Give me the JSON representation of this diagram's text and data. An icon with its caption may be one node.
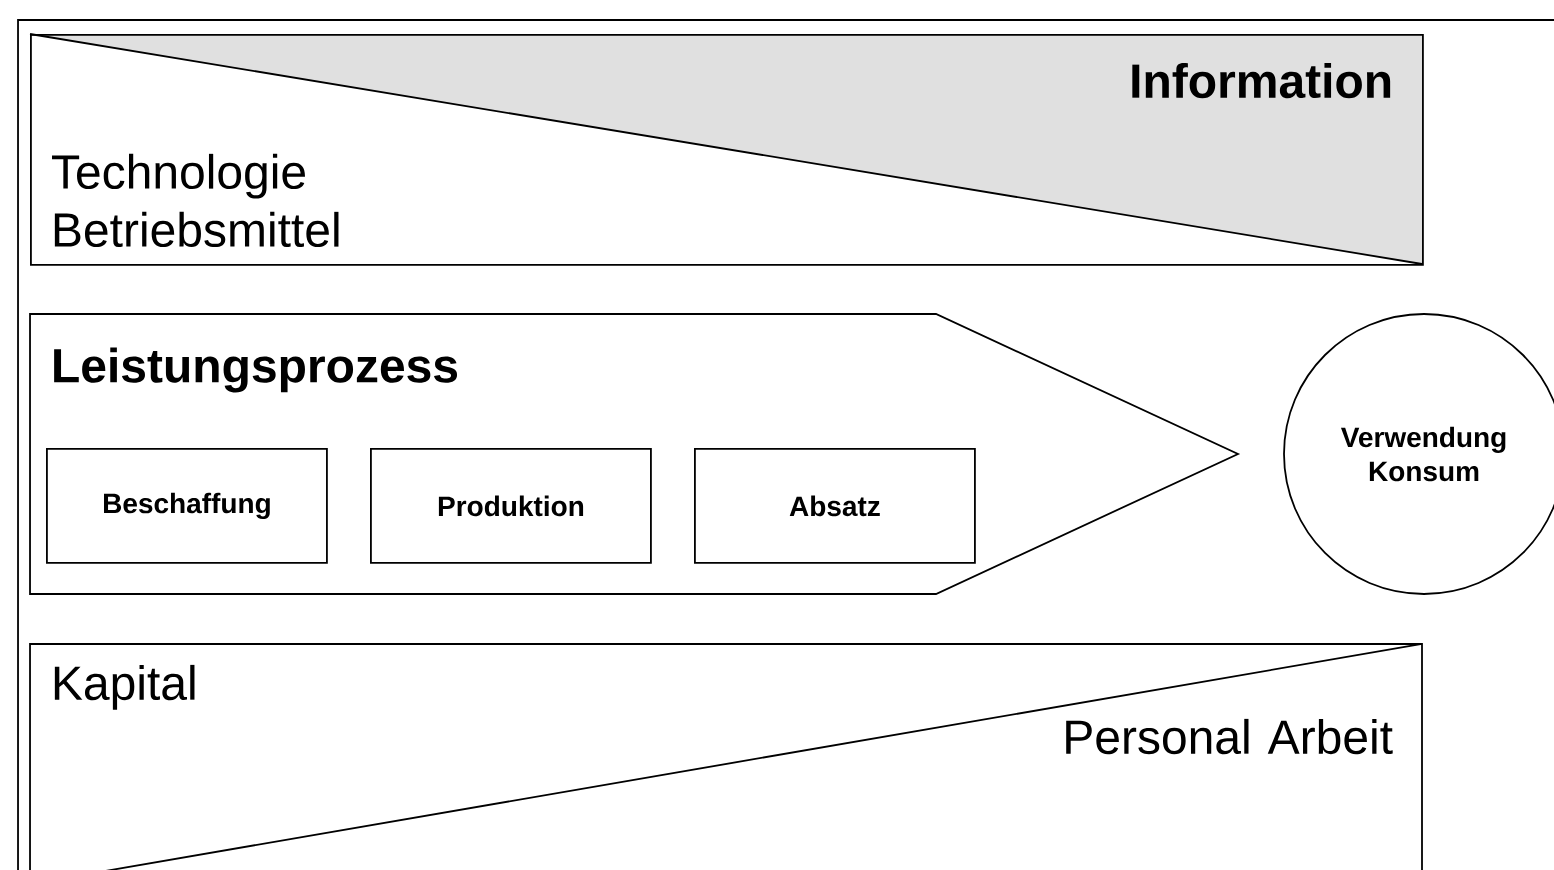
{
  "diagram": {
    "nodes": [
      {
        "text": [
          "Information",
          "Technologie Betriebsmittel"
        ]
      },
      {
        "text": [
          "Leistungsprozess"
        ]
      },
      {
        "text": [
          "Beschaffung"
        ],
        "in": 1
      },
      {
        "text": [
          "Produktion"
        ],
        "in": 1
      },
      {
        "text": [
          "Absatz"
        ],
        "in": 1
      },
      {
        "text": [
          "Verwendung Konsum"
        ]
      },
      {
        "text": [
          "Kapital",
          "Personal Arbeit"
        ]
      }
    ]
  }
}
